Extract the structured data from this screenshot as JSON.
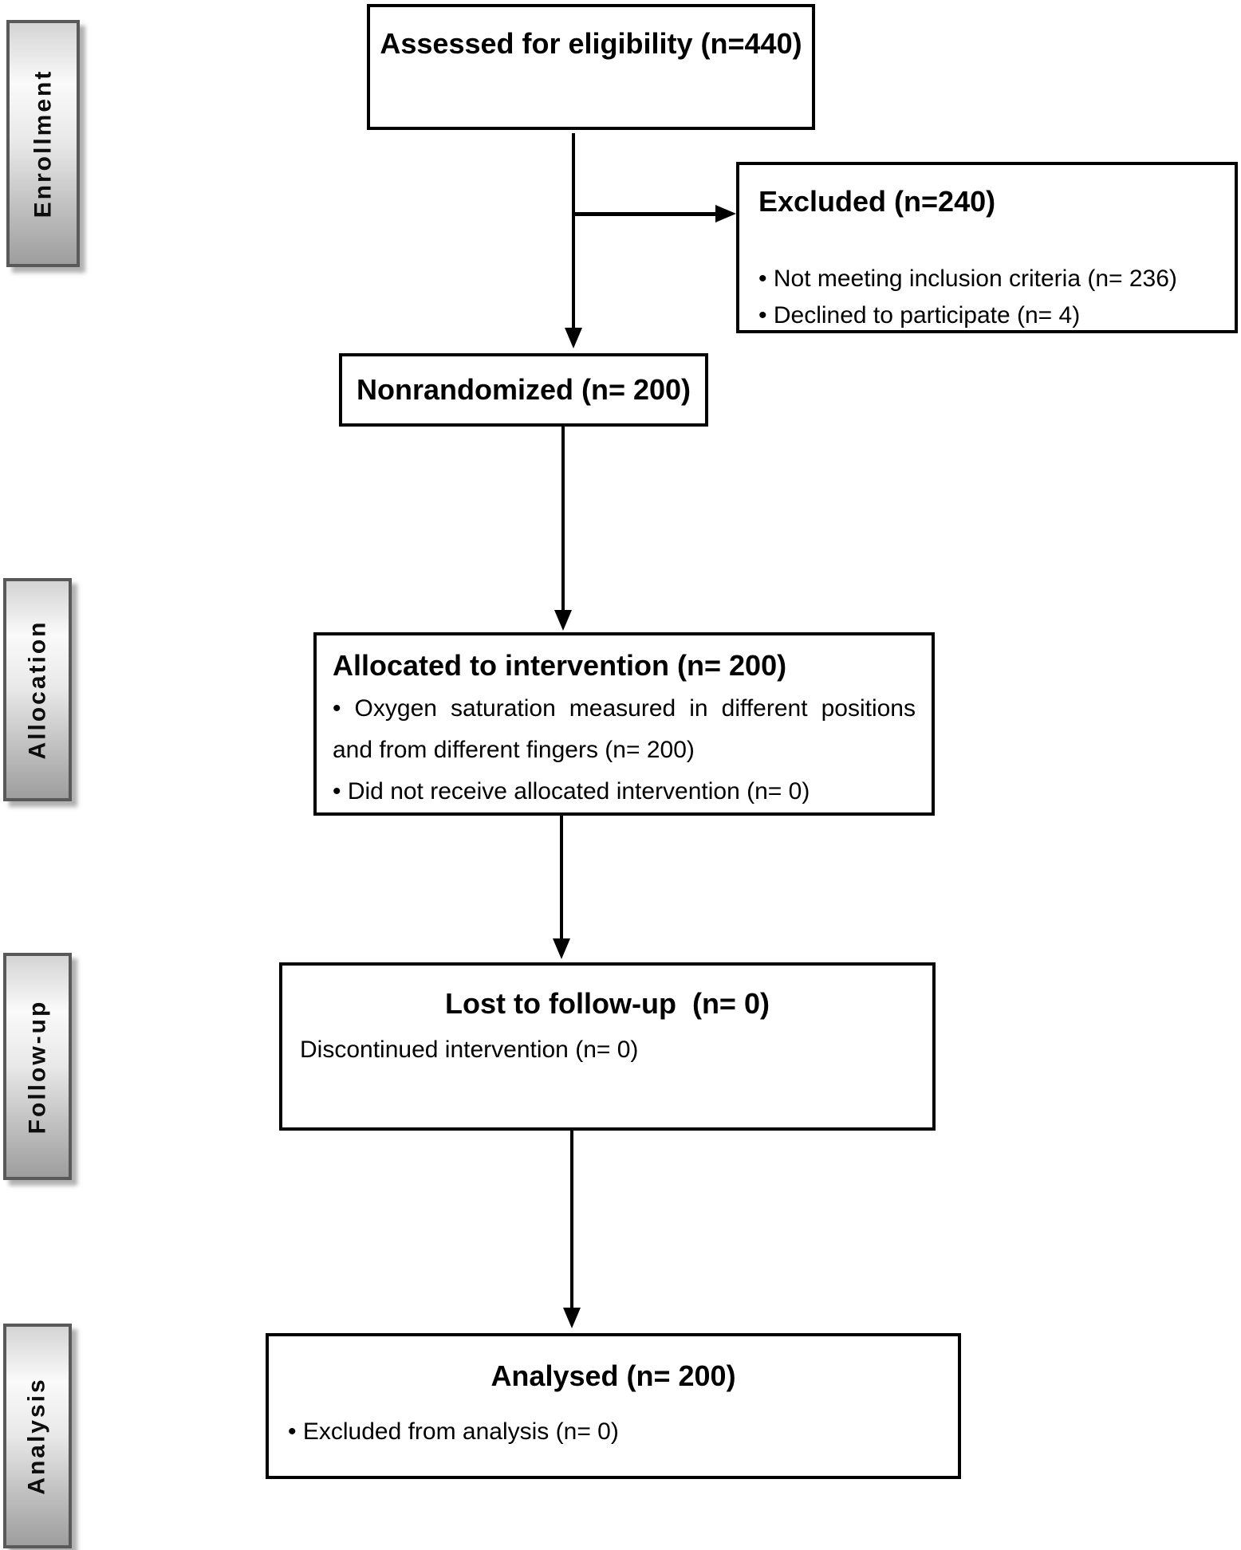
{
  "diagram": {
    "stages": [
      "Enrollment",
      "Allocation",
      "Follow-up",
      "Analysis"
    ],
    "boxes": {
      "assessed": {
        "title": "Assessed for eligibility (n=440)"
      },
      "excluded": {
        "title": "Excluded (n=240)",
        "bullets": [
          "• Not meeting inclusion criteria (n= 236)",
          "• Declined to participate (n= 4)"
        ]
      },
      "nonrandomized": {
        "title": "Nonrandomized (n= 200)"
      },
      "allocated": {
        "title": "Allocated to intervention (n= 200)",
        "bullet1_line1": "• Oxygen saturation measured in different positions",
        "bullet1_line2": "and from different fingers (n= 200)",
        "bullet2": "• Did not receive allocated intervention (n= 0)"
      },
      "followup": {
        "title": "Lost to follow-up  (n= 0)",
        "body": "Discontinued intervention (n= 0)"
      },
      "analysed": {
        "title": "Analysed (n= 200)",
        "bullet": "• Excluded from analysis (n= 0)"
      }
    },
    "colors": {
      "background": "#ffffff",
      "box_border": "#000000",
      "text": "#000000",
      "connector": "#000000",
      "stage_border": "#595959",
      "stage_gradient_top": "#d4d4d4",
      "stage_gradient_middle": "#fafafa",
      "stage_gradient_bottom": "#9e9e9e"
    }
  }
}
